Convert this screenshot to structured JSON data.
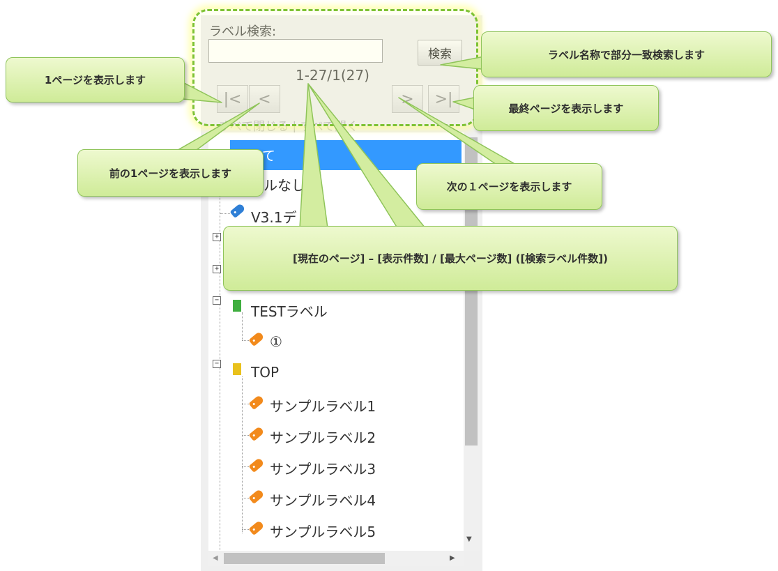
{
  "search": {
    "label": "ラベル検索:",
    "value": "",
    "button": "検索"
  },
  "pager": {
    "info": "1-27/1(27)",
    "first": "|<",
    "prev": "<",
    "next": ">",
    "last": ">|"
  },
  "tree_controls": {
    "collapse_all": "すべて閉じる",
    "separator": "|",
    "expand_all": "すべて開く"
  },
  "tree": {
    "all": "すべて",
    "no_label": "ラベルなし",
    "v31": "V3.1デ",
    "test_folder": "TESTラベル",
    "test_child": "①",
    "top_folder": "TOP",
    "samples": [
      "サンプルラベル1",
      "サンプルラベル2",
      "サンプルラベル3",
      "サンプルラベル4",
      "サンプルラベル5"
    ]
  },
  "callouts": {
    "search": "ラベル名称で部分一致検索します",
    "first": "1ページを表示します",
    "last": "最終ページを表示します",
    "prev": "前の1ページを表示します",
    "next": "次の１ページを表示します",
    "format": "[現在のページ] – [表示件数] / [最大ページ数] ([検索ラベル件数])"
  },
  "colors": {
    "callout_fill": "#d9f0a8",
    "callout_border": "#8fc45a",
    "highlight": "#7ec234",
    "selection": "#3399ff"
  }
}
